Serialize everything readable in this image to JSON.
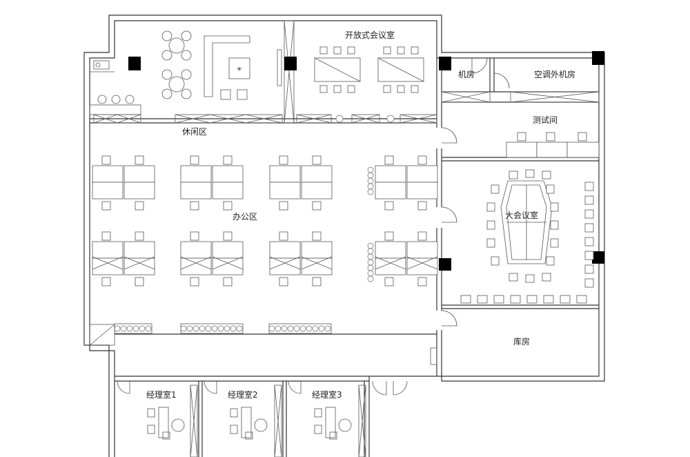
{
  "plan": {
    "rooms": {
      "open_meeting": "开放式会议室",
      "machine_room": "机房",
      "ac_room": "空调外机房",
      "lounge": "休闲区",
      "test_room": "测试间",
      "office_area": "办公区",
      "big_meeting": "大会议室",
      "storage": "库房",
      "manager1": "经理室1",
      "manager2": "经理室2",
      "manager3": "经理室3"
    }
  }
}
